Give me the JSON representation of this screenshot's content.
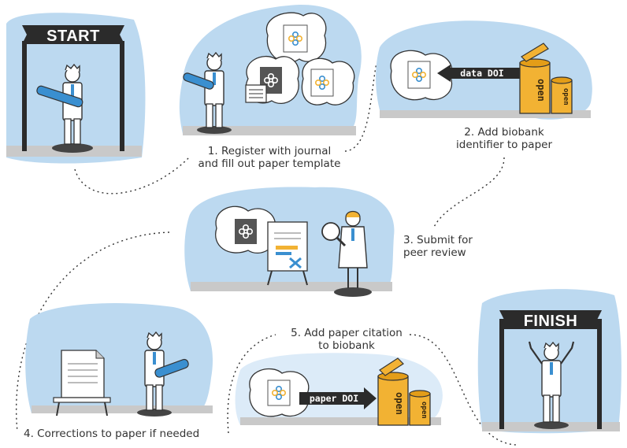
{
  "banners": {
    "start": "START",
    "finish": "FINISH"
  },
  "tags": {
    "data_doi": "data DOI",
    "paper_doi": "paper DOI"
  },
  "can_label": "open",
  "steps": [
    {
      "lines": [
        "1. Register with journal",
        "and fill out paper template"
      ]
    },
    {
      "lines": [
        "2. Add biobank",
        "identifier to paper"
      ]
    },
    {
      "lines": [
        "3. Submit for",
        "peer review"
      ]
    },
    {
      "lines": [
        "4. Corrections to paper if needed"
      ]
    },
    {
      "lines": [
        "5. Add paper citation",
        "to biobank"
      ]
    }
  ],
  "colors": {
    "sky": "#bcd9f0",
    "ground": "#c9c9c9",
    "dark": "#2b2b2b",
    "can": "#f2b233",
    "accent_blue": "#3a8fd0"
  }
}
